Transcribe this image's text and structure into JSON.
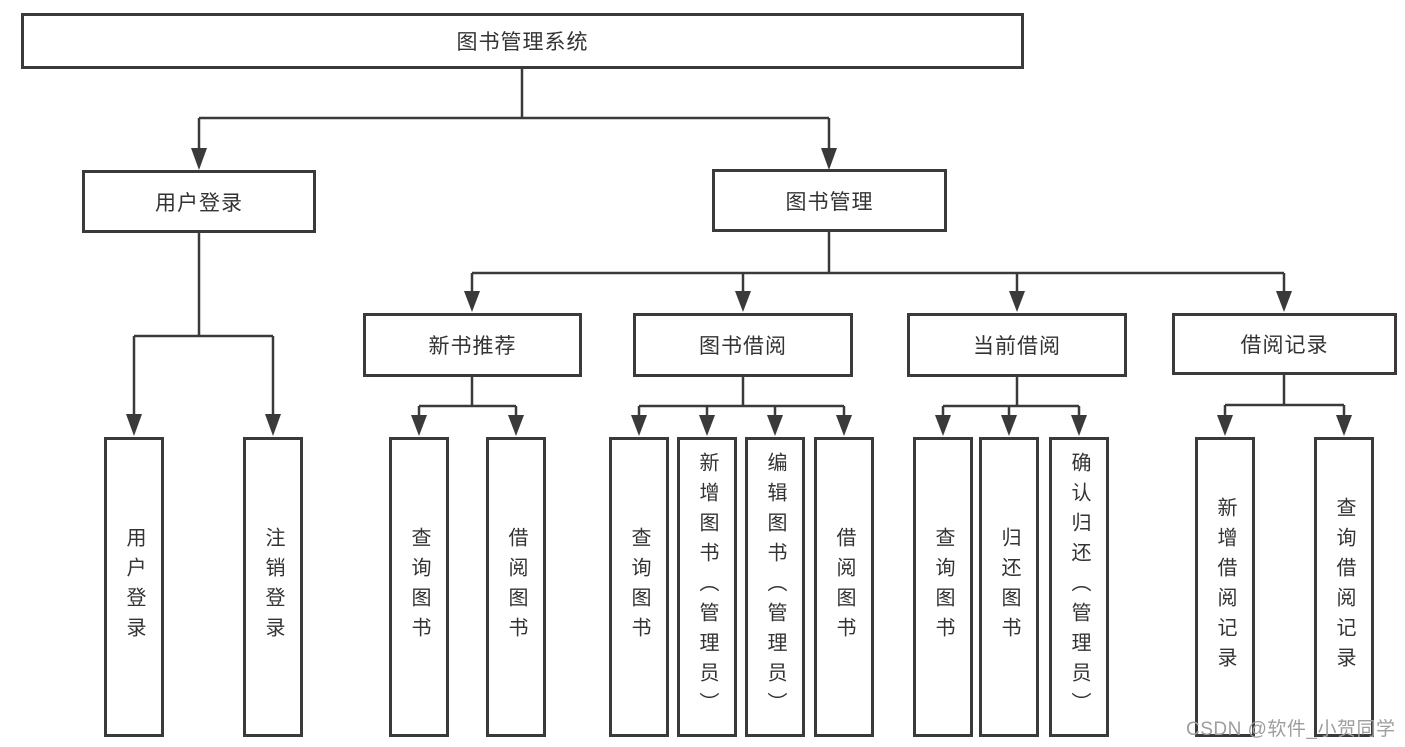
{
  "diagram": {
    "root": {
      "label": "图书管理系统"
    },
    "level2": [
      {
        "label": "用户登录"
      },
      {
        "label": "图书管理"
      }
    ],
    "level3": [
      {
        "label": "新书推荐"
      },
      {
        "label": "图书借阅"
      },
      {
        "label": "当前借阅"
      },
      {
        "label": "借阅记录"
      }
    ],
    "leaves": {
      "user_login": [
        {
          "label": "用户登录"
        },
        {
          "label": "注销登录"
        }
      ],
      "new_book": [
        {
          "label": "查询图书"
        },
        {
          "label": "借阅图书"
        }
      ],
      "book_borrow": [
        {
          "label": "查询图书"
        },
        {
          "label": "新增图书（管理员）"
        },
        {
          "label": "编辑图书（管理员）"
        },
        {
          "label": "借阅图书"
        }
      ],
      "current_borrow": [
        {
          "label": "查询图书"
        },
        {
          "label": "归还图书"
        },
        {
          "label": "确认归还（管理员）"
        }
      ],
      "borrow_record": [
        {
          "label": "新增借阅记录"
        },
        {
          "label": "查询借阅记录"
        }
      ]
    }
  },
  "watermark": {
    "text": "CSDN @软件_小贺同学"
  },
  "colors": {
    "line": "#3a3a3a",
    "text": "#333333",
    "watermark": "#9e9e9e",
    "background": "#ffffff"
  }
}
